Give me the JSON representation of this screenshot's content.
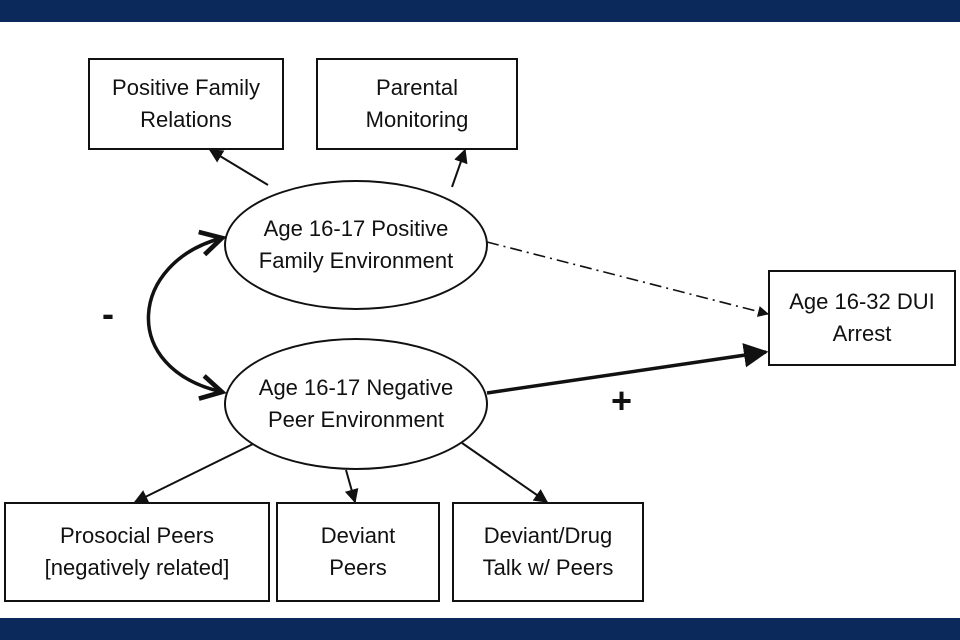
{
  "colors": {
    "band": "#0b2a5b",
    "stroke": "#111111",
    "background": "#ffffff"
  },
  "boxes": {
    "positive_family_relations": [
      "Positive Family",
      "Relations"
    ],
    "parental_monitoring": [
      "Parental",
      "Monitoring"
    ],
    "dui_arrest": [
      "Age 16-32 DUI",
      "Arrest"
    ],
    "prosocial_peers": [
      "Prosocial Peers",
      "[negatively related]"
    ],
    "deviant_peers": [
      "Deviant",
      "Peers"
    ],
    "deviant_drug_talk": [
      "Deviant/Drug",
      "Talk w/ Peers"
    ]
  },
  "ellipses": {
    "positive_family_environment": [
      "Age 16-17 Positive",
      "Family Environment"
    ],
    "negative_peer_environment": [
      "Age 16-17 Negative",
      "Peer Environment"
    ]
  },
  "signs": {
    "correlation": "-",
    "peer_to_dui": "+"
  },
  "paths": [
    {
      "from": "positive_family_environment",
      "to": "positive_family_relations",
      "style": "solid"
    },
    {
      "from": "positive_family_environment",
      "to": "parental_monitoring",
      "style": "solid"
    },
    {
      "from": "negative_peer_environment",
      "to": "prosocial_peers",
      "style": "solid"
    },
    {
      "from": "negative_peer_environment",
      "to": "deviant_peers",
      "style": "solid"
    },
    {
      "from": "negative_peer_environment",
      "to": "deviant_drug_talk",
      "style": "solid"
    },
    {
      "from": "positive_family_environment",
      "to": "dui_arrest",
      "style": "dash-dot"
    },
    {
      "from": "negative_peer_environment",
      "to": "dui_arrest",
      "style": "bold"
    },
    {
      "from": "positive_family_environment",
      "to": "negative_peer_environment",
      "style": "bold-curved-double"
    }
  ]
}
